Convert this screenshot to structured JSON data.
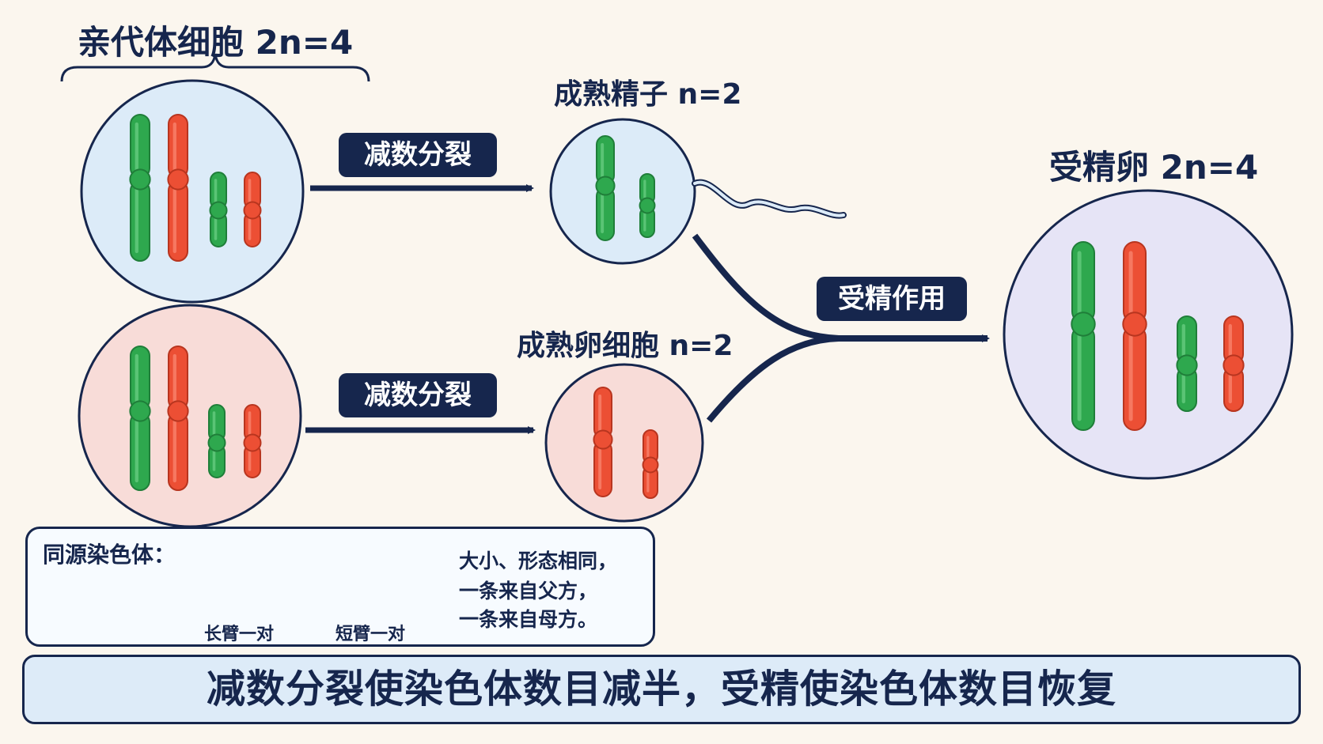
{
  "labels": {
    "parent": "亲代体细胞 2n=4",
    "sperm": "成熟精子 n=2",
    "egg": "成熟卵细胞 n=2",
    "zygote": "受精卵 2n=4"
  },
  "process": {
    "meiosis_top": "减数分裂",
    "meiosis_bottom": "减数分裂",
    "fertilization": "受精作用"
  },
  "legend": {
    "title": "同源染色体：",
    "long_pair": "长臂一对",
    "short_pair": "短臂一对",
    "desc_lines": [
      "大小、形态相同，",
      "一条来自父方，",
      "一条来自母方。"
    ]
  },
  "summary": "减数分裂使染色体数目减半，受精使染色体数目恢复",
  "colors": {
    "navy": "#16264d",
    "paternal_green": "#2ea84e",
    "maternal_red": "#ec4f34",
    "cell_blue": "#dcebf8",
    "cell_pink": "#f8dcd8",
    "cell_purple": "#e6e4f6"
  }
}
